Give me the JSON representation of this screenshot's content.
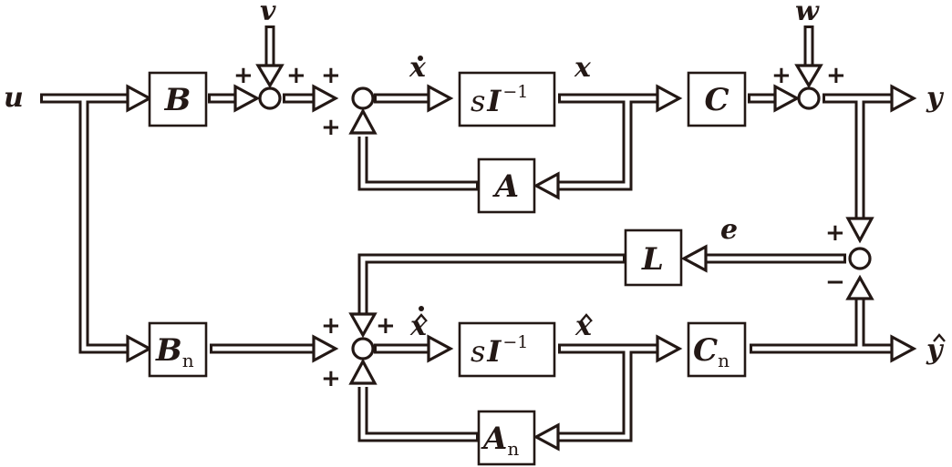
{
  "diagram": {
    "title": "State observer block diagram",
    "colors": {
      "line": "#231815",
      "background": "#ffffff"
    },
    "signals": {
      "input": "u",
      "process_noise": "v",
      "measurement_noise": "w",
      "output": "y",
      "error": "e",
      "state_derivative": "x",
      "state": "x",
      "estimated_state_derivative": "x",
      "estimated_state": "x",
      "estimated_output": "y"
    },
    "accents": {
      "dot": "·",
      "hat": "^"
    },
    "blocks": {
      "B": {
        "symbol": "B",
        "subscript": ""
      },
      "integrator": {
        "s": "s",
        "I": "I",
        "exponent": "−1"
      },
      "A": {
        "symbol": "A",
        "subscript": ""
      },
      "C": {
        "symbol": "C",
        "subscript": ""
      },
      "L": {
        "symbol": "L",
        "subscript": ""
      },
      "Bn": {
        "symbol": "B",
        "subscript": "n"
      },
      "integrator_n": {
        "s": "s",
        "I": "I",
        "exponent": "−1"
      },
      "An": {
        "symbol": "A",
        "subscript": "n"
      },
      "Cn": {
        "symbol": "C",
        "subscript": "n"
      }
    },
    "signs": {
      "sum_v_left": "+",
      "sum_v_top": "+",
      "sum_x_left": "+",
      "sum_x_bottom": "+",
      "sum_w_left": "+",
      "sum_w_top": "+",
      "sum_e_top": "+",
      "sum_e_bottom": "−",
      "sum_xh_left": "+",
      "sum_xh_top": "+",
      "sum_xh_bottom": "+"
    }
  }
}
